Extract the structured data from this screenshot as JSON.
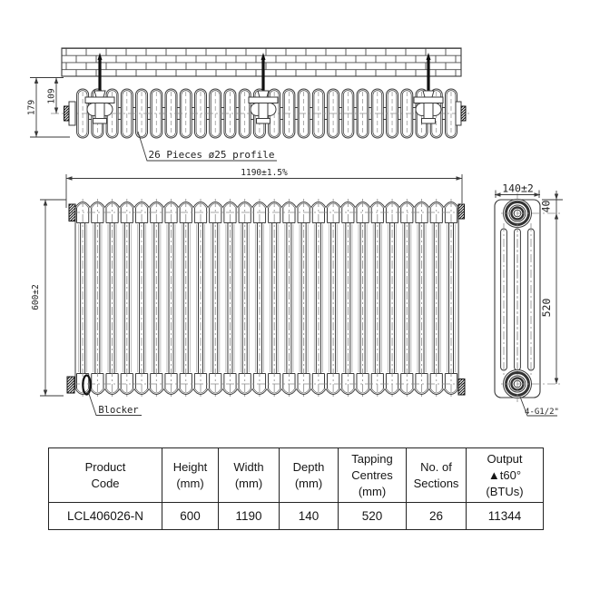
{
  "drawing": {
    "top_view": {
      "dim_depth_total": "179",
      "dim_depth_centres": "109",
      "note_profile": "26 Pieces ø25 profile"
    },
    "front_view": {
      "dim_width": "1190±1.5%",
      "dim_height": "600±2",
      "label_blocker": "Blocker"
    },
    "side_view": {
      "dim_depth": "140±2",
      "dim_top_offset": "40",
      "dim_tapping_centres": "520",
      "label_connections": "4-G1/2\""
    }
  },
  "table": {
    "headers": [
      {
        "lines": [
          "Product",
          "Code"
        ]
      },
      {
        "lines": [
          "Height",
          "(mm)"
        ]
      },
      {
        "lines": [
          "Width",
          "(mm)"
        ]
      },
      {
        "lines": [
          "Depth",
          "(mm)"
        ]
      },
      {
        "lines": [
          "Tapping",
          "Centres",
          "(mm)"
        ]
      },
      {
        "lines": [
          "No. of",
          "Sections"
        ]
      },
      {
        "lines": [
          "Output",
          "▲t60°",
          "(BTUs)"
        ]
      }
    ],
    "row": {
      "product_code": "LCL406026-N",
      "height": "600",
      "width": "1190",
      "depth": "140",
      "tapping_centres": "520",
      "sections": "26",
      "output": "11344"
    }
  },
  "colors": {
    "line": "#3a3a3a",
    "centerline": "#8a8a8a",
    "text": "#1f1f1f"
  }
}
